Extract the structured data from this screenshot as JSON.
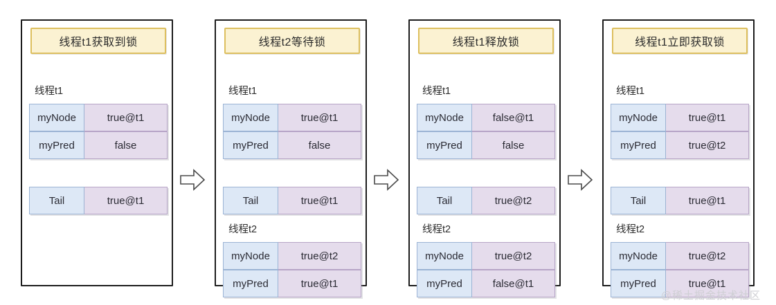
{
  "diagram": {
    "watermark": "@稀土掘金技术社区",
    "arrow_icon_name": "right-block-arrow-icon",
    "colors": {
      "panel_border": "#1c1c1c",
      "title_fill": "#fbf2d2",
      "title_border": "#ddbf5e",
      "key_fill": "#dde8f6",
      "key_border": "#9bb3d4",
      "value_fill": "#e5dcec",
      "value_border": "#b6a4c6",
      "watermark": "#cfcfd4"
    },
    "panels": [
      {
        "title": "线程t1获取到锁",
        "thread1_label": "线程t1",
        "thread1_rows": [
          {
            "key": "myNode",
            "value": "true@t1"
          },
          {
            "key": "myPred",
            "value": "false"
          }
        ],
        "tail": {
          "key": "Tail",
          "value": "true@t1"
        },
        "thread2_label": "",
        "thread2_rows": []
      },
      {
        "title": "线程t2等待锁",
        "thread1_label": "线程t1",
        "thread1_rows": [
          {
            "key": "myNode",
            "value": "true@t1"
          },
          {
            "key": "myPred",
            "value": "false"
          }
        ],
        "tail": {
          "key": "Tail",
          "value": "true@t1"
        },
        "thread2_label": "线程t2",
        "thread2_rows": [
          {
            "key": "myNode",
            "value": "true@t2"
          },
          {
            "key": "myPred",
            "value": "true@t1"
          }
        ]
      },
      {
        "title": "线程t1释放锁",
        "thread1_label": "线程t1",
        "thread1_rows": [
          {
            "key": "myNode",
            "value": "false@t1"
          },
          {
            "key": "myPred",
            "value": "false"
          }
        ],
        "tail": {
          "key": "Tail",
          "value": "true@t2"
        },
        "thread2_label": "线程t2",
        "thread2_rows": [
          {
            "key": "myNode",
            "value": "true@t2"
          },
          {
            "key": "myPred",
            "value": "false@t1"
          }
        ]
      },
      {
        "title": "线程t1立即获取锁",
        "thread1_label": "线程t1",
        "thread1_rows": [
          {
            "key": "myNode",
            "value": "true@t1"
          },
          {
            "key": "myPred",
            "value": "true@t2"
          }
        ],
        "tail": {
          "key": "Tail",
          "value": "true@t1"
        },
        "thread2_label": "线程t2",
        "thread2_rows": [
          {
            "key": "myNode",
            "value": "true@t2"
          },
          {
            "key": "myPred",
            "value": "true@t1"
          }
        ]
      }
    ]
  }
}
